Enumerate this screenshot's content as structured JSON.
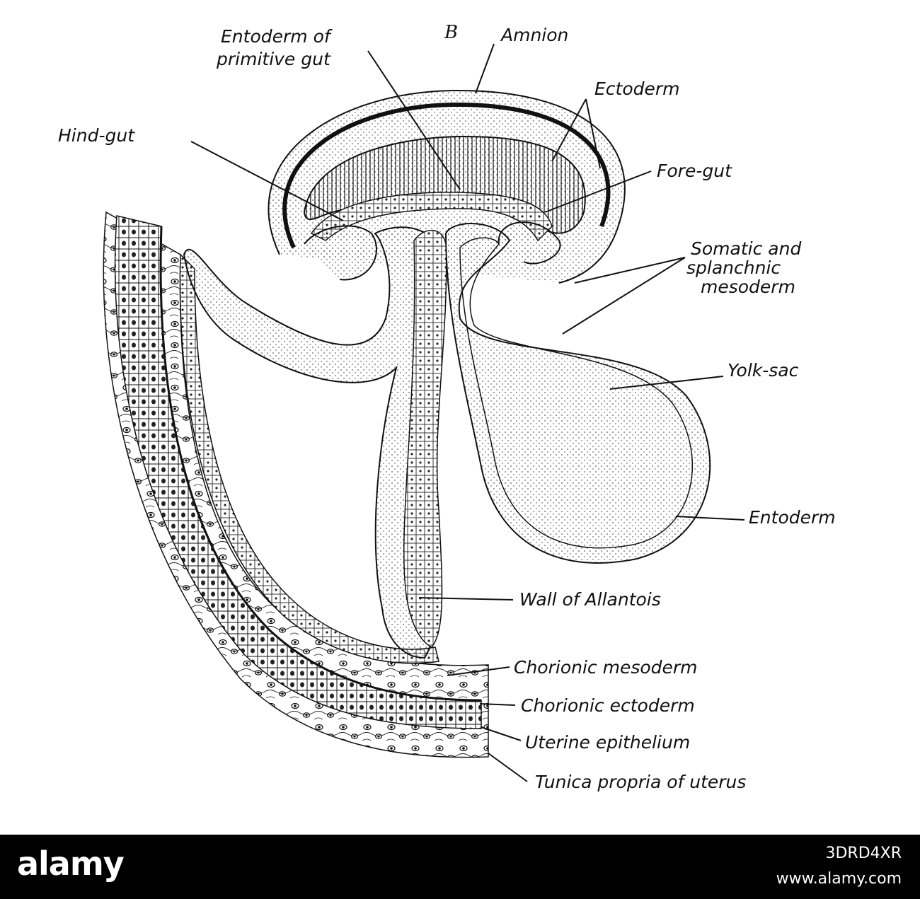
{
  "figure": {
    "letter": "B",
    "labels": {
      "entoderm_primitive_gut_1": "Entoderm of",
      "entoderm_primitive_gut_2": "primitive gut",
      "amnion": "Amnion",
      "ectoderm": "Ectoderm",
      "hind_gut": "Hind-gut",
      "fore_gut": "Fore-gut",
      "somatic_1": "Somatic and",
      "somatic_2": "splanchnic",
      "somatic_3": "mesoderm",
      "yolk_sac": "Yolk-sac",
      "entoderm": "Entoderm",
      "wall_allantois": "Wall of Allantois",
      "chorionic_mesoderm": "Chorionic mesoderm",
      "chorionic_ectoderm": "Chorionic ectoderm",
      "uterine_epithelium": "Uterine epithelium",
      "tunica_propria": "Tunica propria of uterus"
    }
  },
  "footer": {
    "brand": "alamy",
    "image_id": "3DRD4XR",
    "site": "www.alamy.com"
  },
  "colors": {
    "ink": "#111111",
    "paper": "#ffffff",
    "footer_bg": "#000000"
  }
}
